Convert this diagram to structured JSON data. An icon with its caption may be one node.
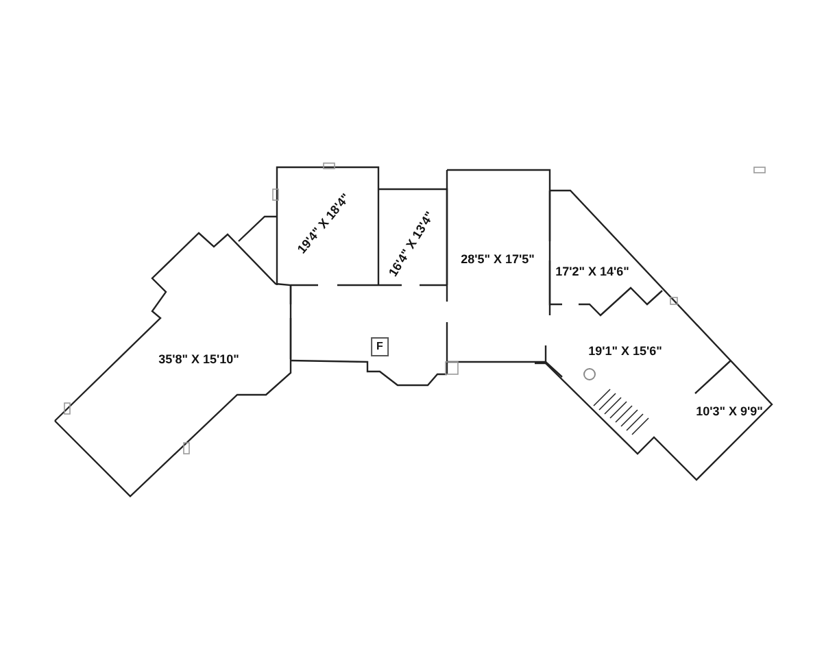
{
  "diagram": {
    "labels": [
      "19'4\" X 18'4\"",
      "16'4\" X 13'4\"",
      "28'5\" X 17'5\"",
      "17'2\" X 14'6\"",
      "F",
      "19'1\" X 15'6\"",
      "35'8\" X 15'10\"",
      "10'3\" X 9'9\""
    ]
  }
}
